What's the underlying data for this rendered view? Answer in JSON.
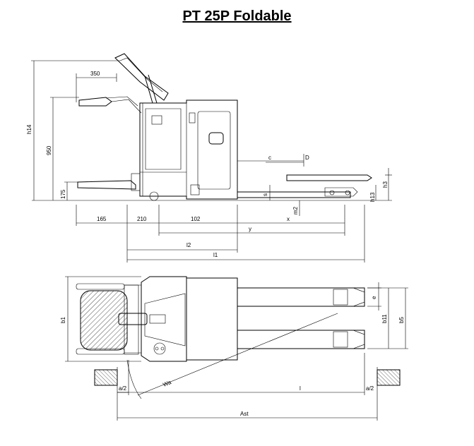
{
  "title": "PT 25P Foldable",
  "side_view": {
    "dims": {
      "d350": "350",
      "d950": "950",
      "d175": "175",
      "h14": "h14",
      "c": "c",
      "D": "D",
      "s": "s",
      "h3": "h3",
      "h13": "h13",
      "m2": "m2",
      "d165": "165",
      "d210": "210",
      "d102": "102",
      "x": "x",
      "y": "y",
      "l2": "l2",
      "l1": "l1"
    }
  },
  "top_view": {
    "dims": {
      "b1": "b1",
      "e": "e",
      "b11": "b11",
      "b5": "b5",
      "wa": "Wa",
      "a2_left": "a/2",
      "l": "l",
      "a2_right": "a/2",
      "ast": "Ast"
    }
  }
}
